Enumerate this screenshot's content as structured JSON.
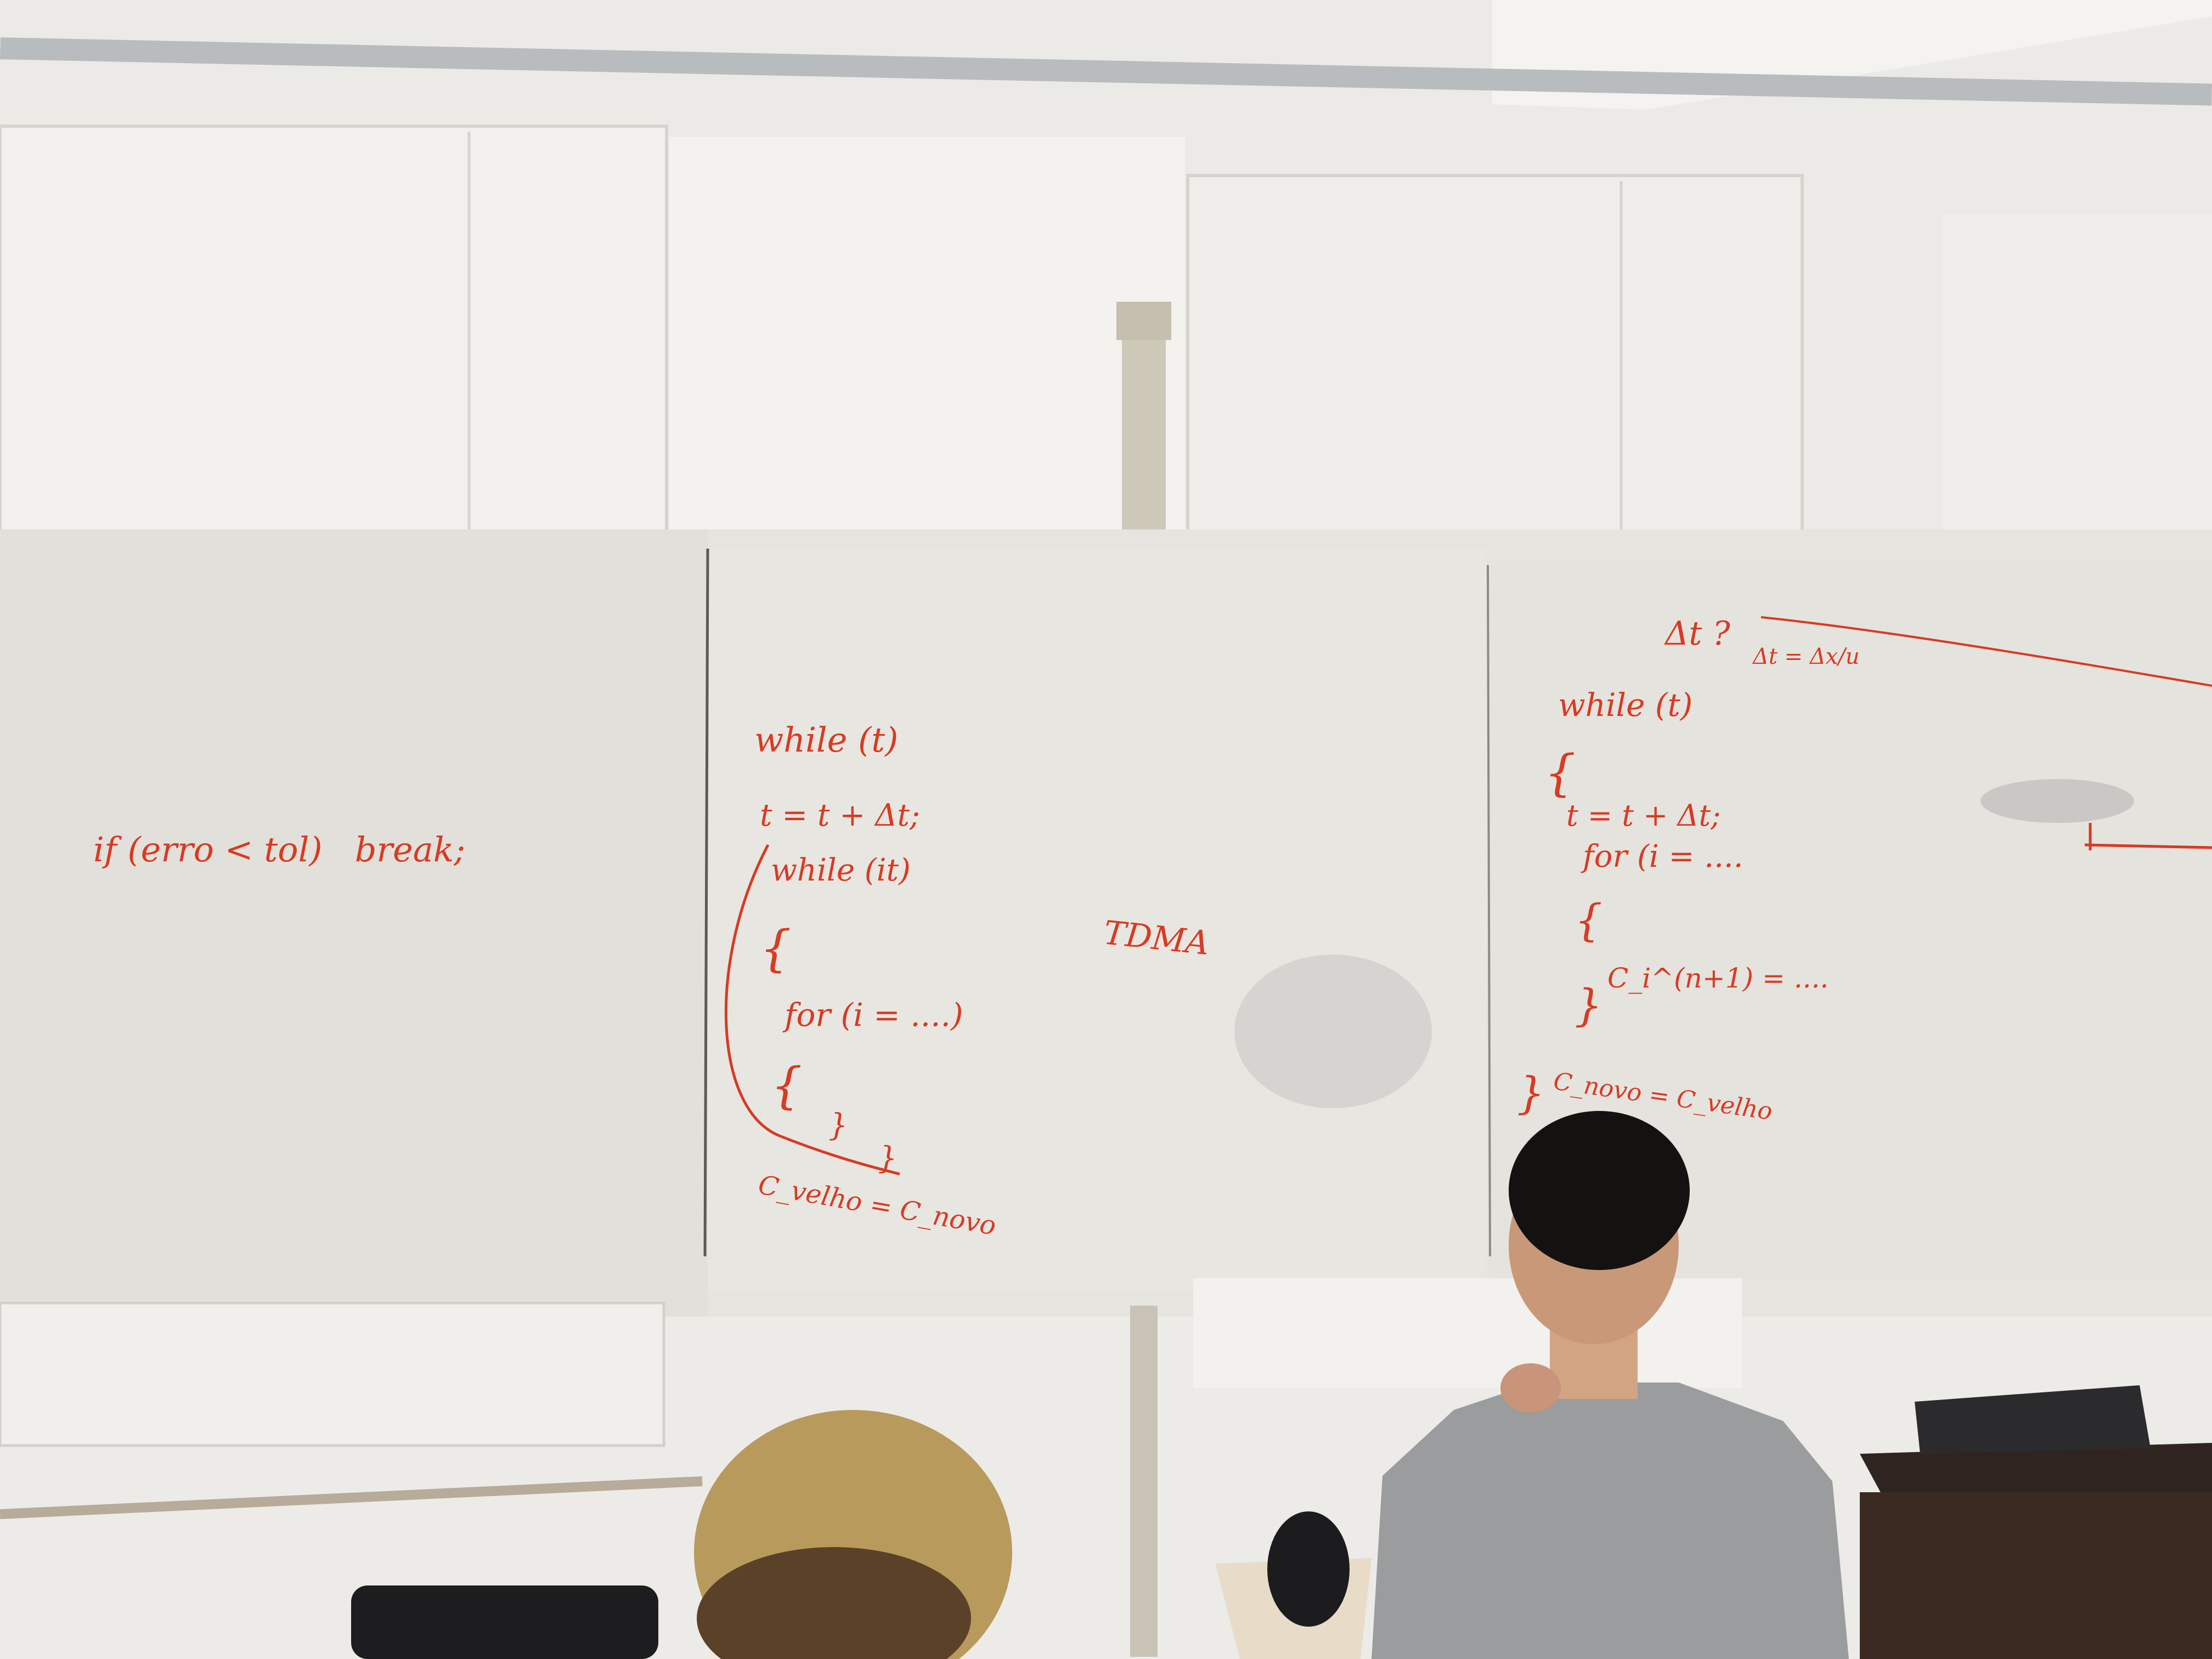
{
  "whiteboard": {
    "left_panel": {
      "line1": "if (erro < tol)   break;"
    },
    "middle_panel": {
      "while_outer": "while (t)",
      "t_update": "t = t + Δt;",
      "while_inner": "while (it)",
      "brace_open_1": "{",
      "for_loop": "for (i = ....)",
      "brace_open_2": "{",
      "brace_close_1": "}",
      "brace_close_2": "}",
      "assign": "C_velho = C_novo",
      "tdma": "TDMA"
    },
    "right_panel": {
      "dt_question": "Δt ?",
      "dt_formula": "Δt = Δx/u",
      "while": "while (t)",
      "brace_open": "{",
      "t_update": "t = t + Δt;",
      "for_loop": "for (i = ....",
      "brace_open_2": "{",
      "c_update": "C_i^(n+1) = ....",
      "brace_close": "}",
      "assign": "C_novo = C_velho",
      "brace_close_2": "}"
    }
  },
  "colors": {
    "marker": "#d93a22",
    "board": "#e6e4df",
    "wall": "#eceae6",
    "hair": "#b89a5c",
    "shirt": "#9a9c9e",
    "desk": "#3a2a22"
  }
}
